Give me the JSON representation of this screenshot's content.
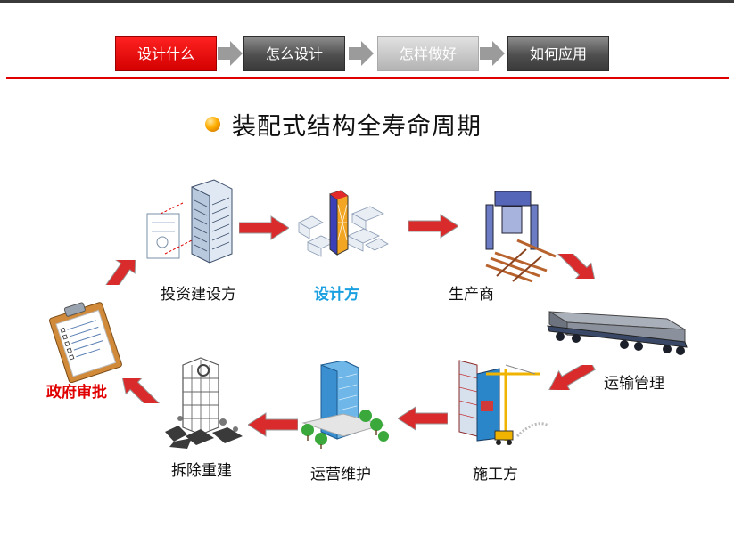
{
  "nav": {
    "steps": [
      {
        "label": "设计什么",
        "state": "active"
      },
      {
        "label": "怎么设计",
        "state": "normal"
      },
      {
        "label": "怎样做好",
        "state": "dim"
      },
      {
        "label": "如何应用",
        "state": "normal"
      }
    ]
  },
  "title": "装配式结构全寿命周期",
  "cycle": {
    "nodes": [
      {
        "label": "投资建设方",
        "icon": "office-building-icon"
      },
      {
        "label": "设计方",
        "icon": "design-model-icon",
        "highlight": "#1aa0e0"
      },
      {
        "label": "生产商",
        "icon": "factory-crane-icon"
      },
      {
        "label": "运输管理",
        "icon": "transport-truck-icon"
      },
      {
        "label": "施工方",
        "icon": "construction-site-icon"
      },
      {
        "label": "运营维护",
        "icon": "operation-building-icon"
      },
      {
        "label": "拆除重建",
        "icon": "demolition-icon"
      },
      {
        "label": "政府审批",
        "icon": "clipboard-approval-icon",
        "highlight": "#e00000"
      }
    ]
  },
  "colors": {
    "accent": "#e00000",
    "arrow": "#d92b2b",
    "design": "#1aa0e0"
  }
}
